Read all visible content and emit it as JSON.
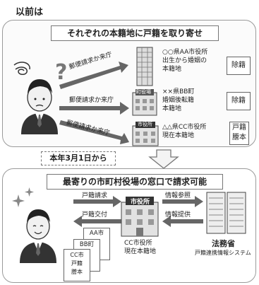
{
  "before": {
    "label": "以前は",
    "title": "それぞれの本籍地に戸籍を取り寄せ",
    "request_labels": [
      "郵便請求か来庁",
      "郵便請求か来庁",
      "郵便請求か来庁"
    ],
    "offices": [
      {
        "sign": "",
        "lines": [
          "○○県AA市役所",
          "出生から婚姻の",
          "本籍地"
        ],
        "doc": "除籍"
      },
      {
        "sign": "町役場",
        "lines": [
          "××県BB町",
          "婚姻後転籍",
          "本籍地"
        ],
        "doc": "除籍"
      },
      {
        "sign": "市役所",
        "lines": [
          "△△県CC市役所",
          "現在本籍地"
        ],
        "doc": "戸籍\n謄本"
      }
    ]
  },
  "date_label": "本年3月1日から",
  "after": {
    "title": "最寄りの市町村役場の窓口で請求可能",
    "request_label": "戸籍請求",
    "issue_label": "戸籍交付",
    "info_ref_label": "情報参照",
    "info_provide_label": "情報提供",
    "office_sign": "市役所",
    "office_lines": [
      "CC市役所",
      "現在本籍地"
    ],
    "ministry_name": "法務省",
    "ministry_system": "戸籍連携情報システム",
    "docs": [
      "AA市",
      "BB町",
      "CC市\n戸籍\n謄本"
    ]
  }
}
